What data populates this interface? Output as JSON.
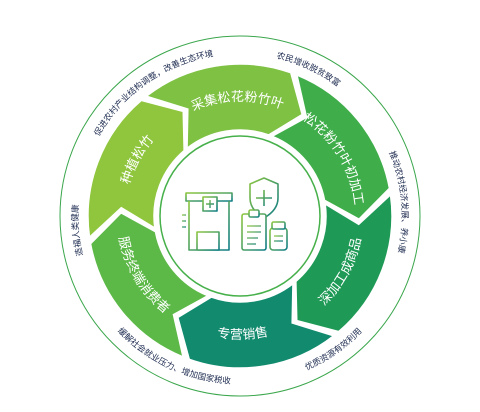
{
  "diagram": {
    "cycle_steps": [
      {
        "id": "collect",
        "label": "采集松花粉竹叶"
      },
      {
        "id": "process",
        "label": "松花粉竹叶初加工"
      },
      {
        "id": "deep",
        "label": "深加工成商品"
      },
      {
        "id": "sales",
        "label": "专营销售"
      },
      {
        "id": "serve",
        "label": "服务终端消费者"
      },
      {
        "id": "plant",
        "label": "种植松竹"
      }
    ],
    "outer_benefits": [
      {
        "id": "income",
        "label": "农民增收脱贫致富"
      },
      {
        "id": "economy",
        "label": "推动农村经济发展、养小康"
      },
      {
        "id": "resources",
        "label": "优质资源有效利用"
      },
      {
        "id": "employment",
        "label": "缓解社会就业压力、增加国家税收"
      },
      {
        "id": "health",
        "label": "造福人类健康"
      },
      {
        "id": "ecology",
        "label": "促进农村产业结构调整，改善生态环境"
      }
    ],
    "center_icons": [
      "store-building-icon",
      "shield-cross-icon",
      "clipboard-icon",
      "medicine-bottle-icon"
    ],
    "colors": {
      "green_light": "#a4cd39",
      "green_mid": "#35ad48",
      "green_dark": "#1d9a50",
      "teal": "#0c7f80",
      "outline": "#3aa64b"
    }
  }
}
